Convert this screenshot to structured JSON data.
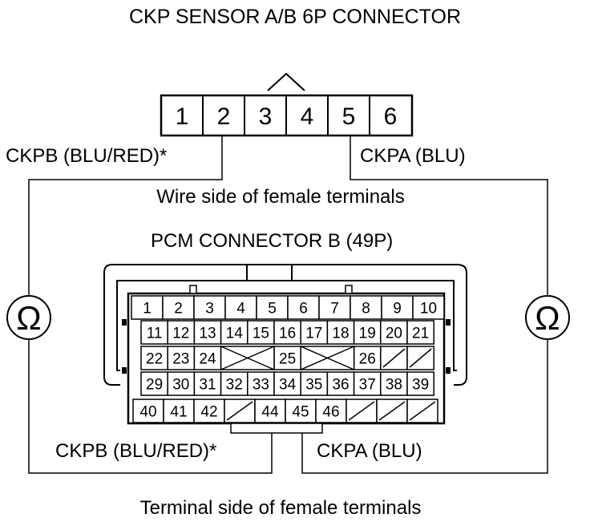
{
  "title": "CKP SENSOR A/B 6P CONNECTOR",
  "sensor_connector": {
    "pins": [
      "1",
      "2",
      "3",
      "4",
      "5",
      "6"
    ]
  },
  "wire_labels": {
    "upper_left": "CKPB (BLU/RED)*",
    "upper_right": "CKPA (BLU)",
    "lower_left": "CKPB (BLU/RED)*",
    "lower_right": "CKPA (BLU)"
  },
  "view_note_upper": "Wire side of female terminals",
  "pcm_connector": {
    "title": "PCM CONNECTOR B (49P)",
    "row1": [
      "1",
      "2",
      "3",
      "4",
      "5",
      "6",
      "7",
      "8",
      "9",
      "10"
    ],
    "row2": [
      "11",
      "12",
      "13",
      "14",
      "15",
      "16",
      "17",
      "18",
      "19",
      "20",
      "21"
    ],
    "row3": [
      "22",
      "23",
      "24",
      "",
      "",
      "25",
      "",
      "",
      "26",
      "",
      ""
    ],
    "row4": [
      "29",
      "30",
      "31",
      "32",
      "33",
      "34",
      "35",
      "36",
      "37",
      "38",
      "39"
    ],
    "row5": [
      "40",
      "41",
      "42",
      "",
      "44",
      "45",
      "46",
      "",
      "",
      ""
    ]
  },
  "ohmmeter_symbol": "Ω",
  "view_note_lower": "Terminal side of female terminals"
}
